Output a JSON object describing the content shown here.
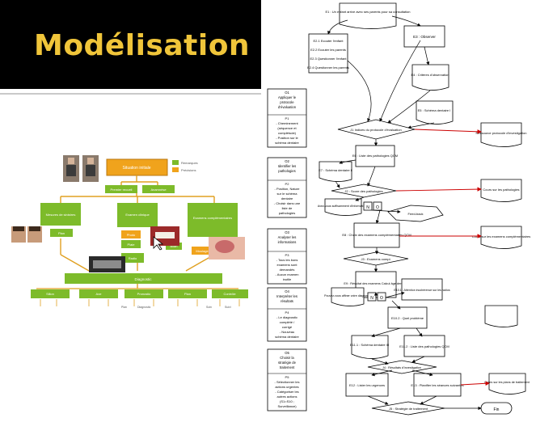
{
  "slide": {
    "title": "Modélisation"
  },
  "left_diagram": {
    "top_box": "Situation initiale",
    "legend": [
      "Remarques",
      "Précisions"
    ],
    "level2": [
      "Premier recueil",
      "Anamnèse"
    ],
    "level3": [
      "Mesures de sinistres",
      "Examen clinique",
      "Examens complémentaires"
    ],
    "small_boxes": [
      "Plan",
      "Photo",
      "Plaie",
      "Radio",
      "Moulage",
      "Bilan"
    ],
    "bottom_box": "Diagnostic",
    "bottom_row": [
      "Sillon",
      "Axe",
      "Pronostic",
      "Plan",
      "Contrôle"
    ],
    "footer_labels": [
      "Plan",
      "Diagnostic",
      "Soin",
      "Suivi"
    ]
  },
  "right_diagram": {
    "e1": "E1 : Un enfant arrive avec ses parents pour sa consultation",
    "e2": [
      "E2.1 Ecouter l'enfant",
      "E2.2 Ecouter les parents",
      "E2.3 Questionner l'enfant",
      "E2.4 Questionner les parents"
    ],
    "e3": "E3 : Observer",
    "e4": "E4 : Critères d'observation",
    "e5": "E5 : Schéma dentaire I",
    "j1": "J1 Indices du protocole d'évaluation",
    "ressource": "Ressource protocole d'investigation",
    "e6": "E6 : Liste des pathologies QCM",
    "e7": "E7 : Schéma dentaire II",
    "j2": "J2 : Score des pathologies",
    "question_infos": "Avez-vous suffisamment d'informations",
    "no": "N",
    "yes": "O",
    "feedback": "Feed-back",
    "cours_pathologies": "Cours sur les pathologies",
    "e8": "E8 : Choix des examens complémentaires QCM",
    "cours_examens": "Cours sur les examens complémentaires",
    "j3": "J3 : Examens compl.",
    "e9": "E9 : Résultat des examens Calcul âge dentaire",
    "question_diag": "Pouvez-vous affiner votre diagnostic",
    "e10_1": "E10.1 : Attention incohérence sur les radios",
    "e10_2": "E10.2 : Quel problème",
    "e11_1": "E11.1 : Schéma dentaire III",
    "e11_2": "E11.2 : Liste des pathologies QCM",
    "j4": "J4 : Résultats d'investigation",
    "e12": "E12 : Lister les urgences",
    "e13": "E13 : Planifier les séances suivantes",
    "cours_plans": "Cours sur les plans de traitement",
    "j5": "J5 : Stratégie de traitement",
    "fin": "Fin",
    "objectives": [
      {
        "o": [
          "O1",
          "Appliquer le",
          "protocole",
          "d'évaluation"
        ],
        "p": [
          "P1",
          "- Cheminement",
          "(séquence et",
          "complétude)",
          "- Position sur le",
          "schéma dentaire"
        ]
      },
      {
        "o": [
          "O2",
          "Identifier les",
          "pathologies"
        ],
        "p": [
          "P2",
          "- Position, Nature",
          "sur le schéma",
          "dentaire",
          "- Choisir dans une",
          "liste de",
          "pathologies"
        ]
      },
      {
        "o": [
          "O3",
          "Analyser les",
          "informations"
        ],
        "p": [
          "P3",
          "- Tous les bons",
          "examens sont",
          "demandés",
          "- Aucun examen",
          "inutile"
        ]
      },
      {
        "o": [
          "O4",
          "Interpréter les",
          "résultats"
        ],
        "p": [
          "P4",
          "- Le diagnostic",
          "complété /",
          "corrigé",
          "- Nouveau",
          "schéma dentaire"
        ]
      },
      {
        "o": [
          "O5",
          "Choisir la",
          "stratégie de",
          "traitement"
        ],
        "p": [
          "P5",
          "- Sélectionner les",
          "actions urgentes",
          "- Catégoriser les",
          "autres actions",
          "(S1=S10 ;",
          "Surveillance)"
        ]
      }
    ]
  }
}
